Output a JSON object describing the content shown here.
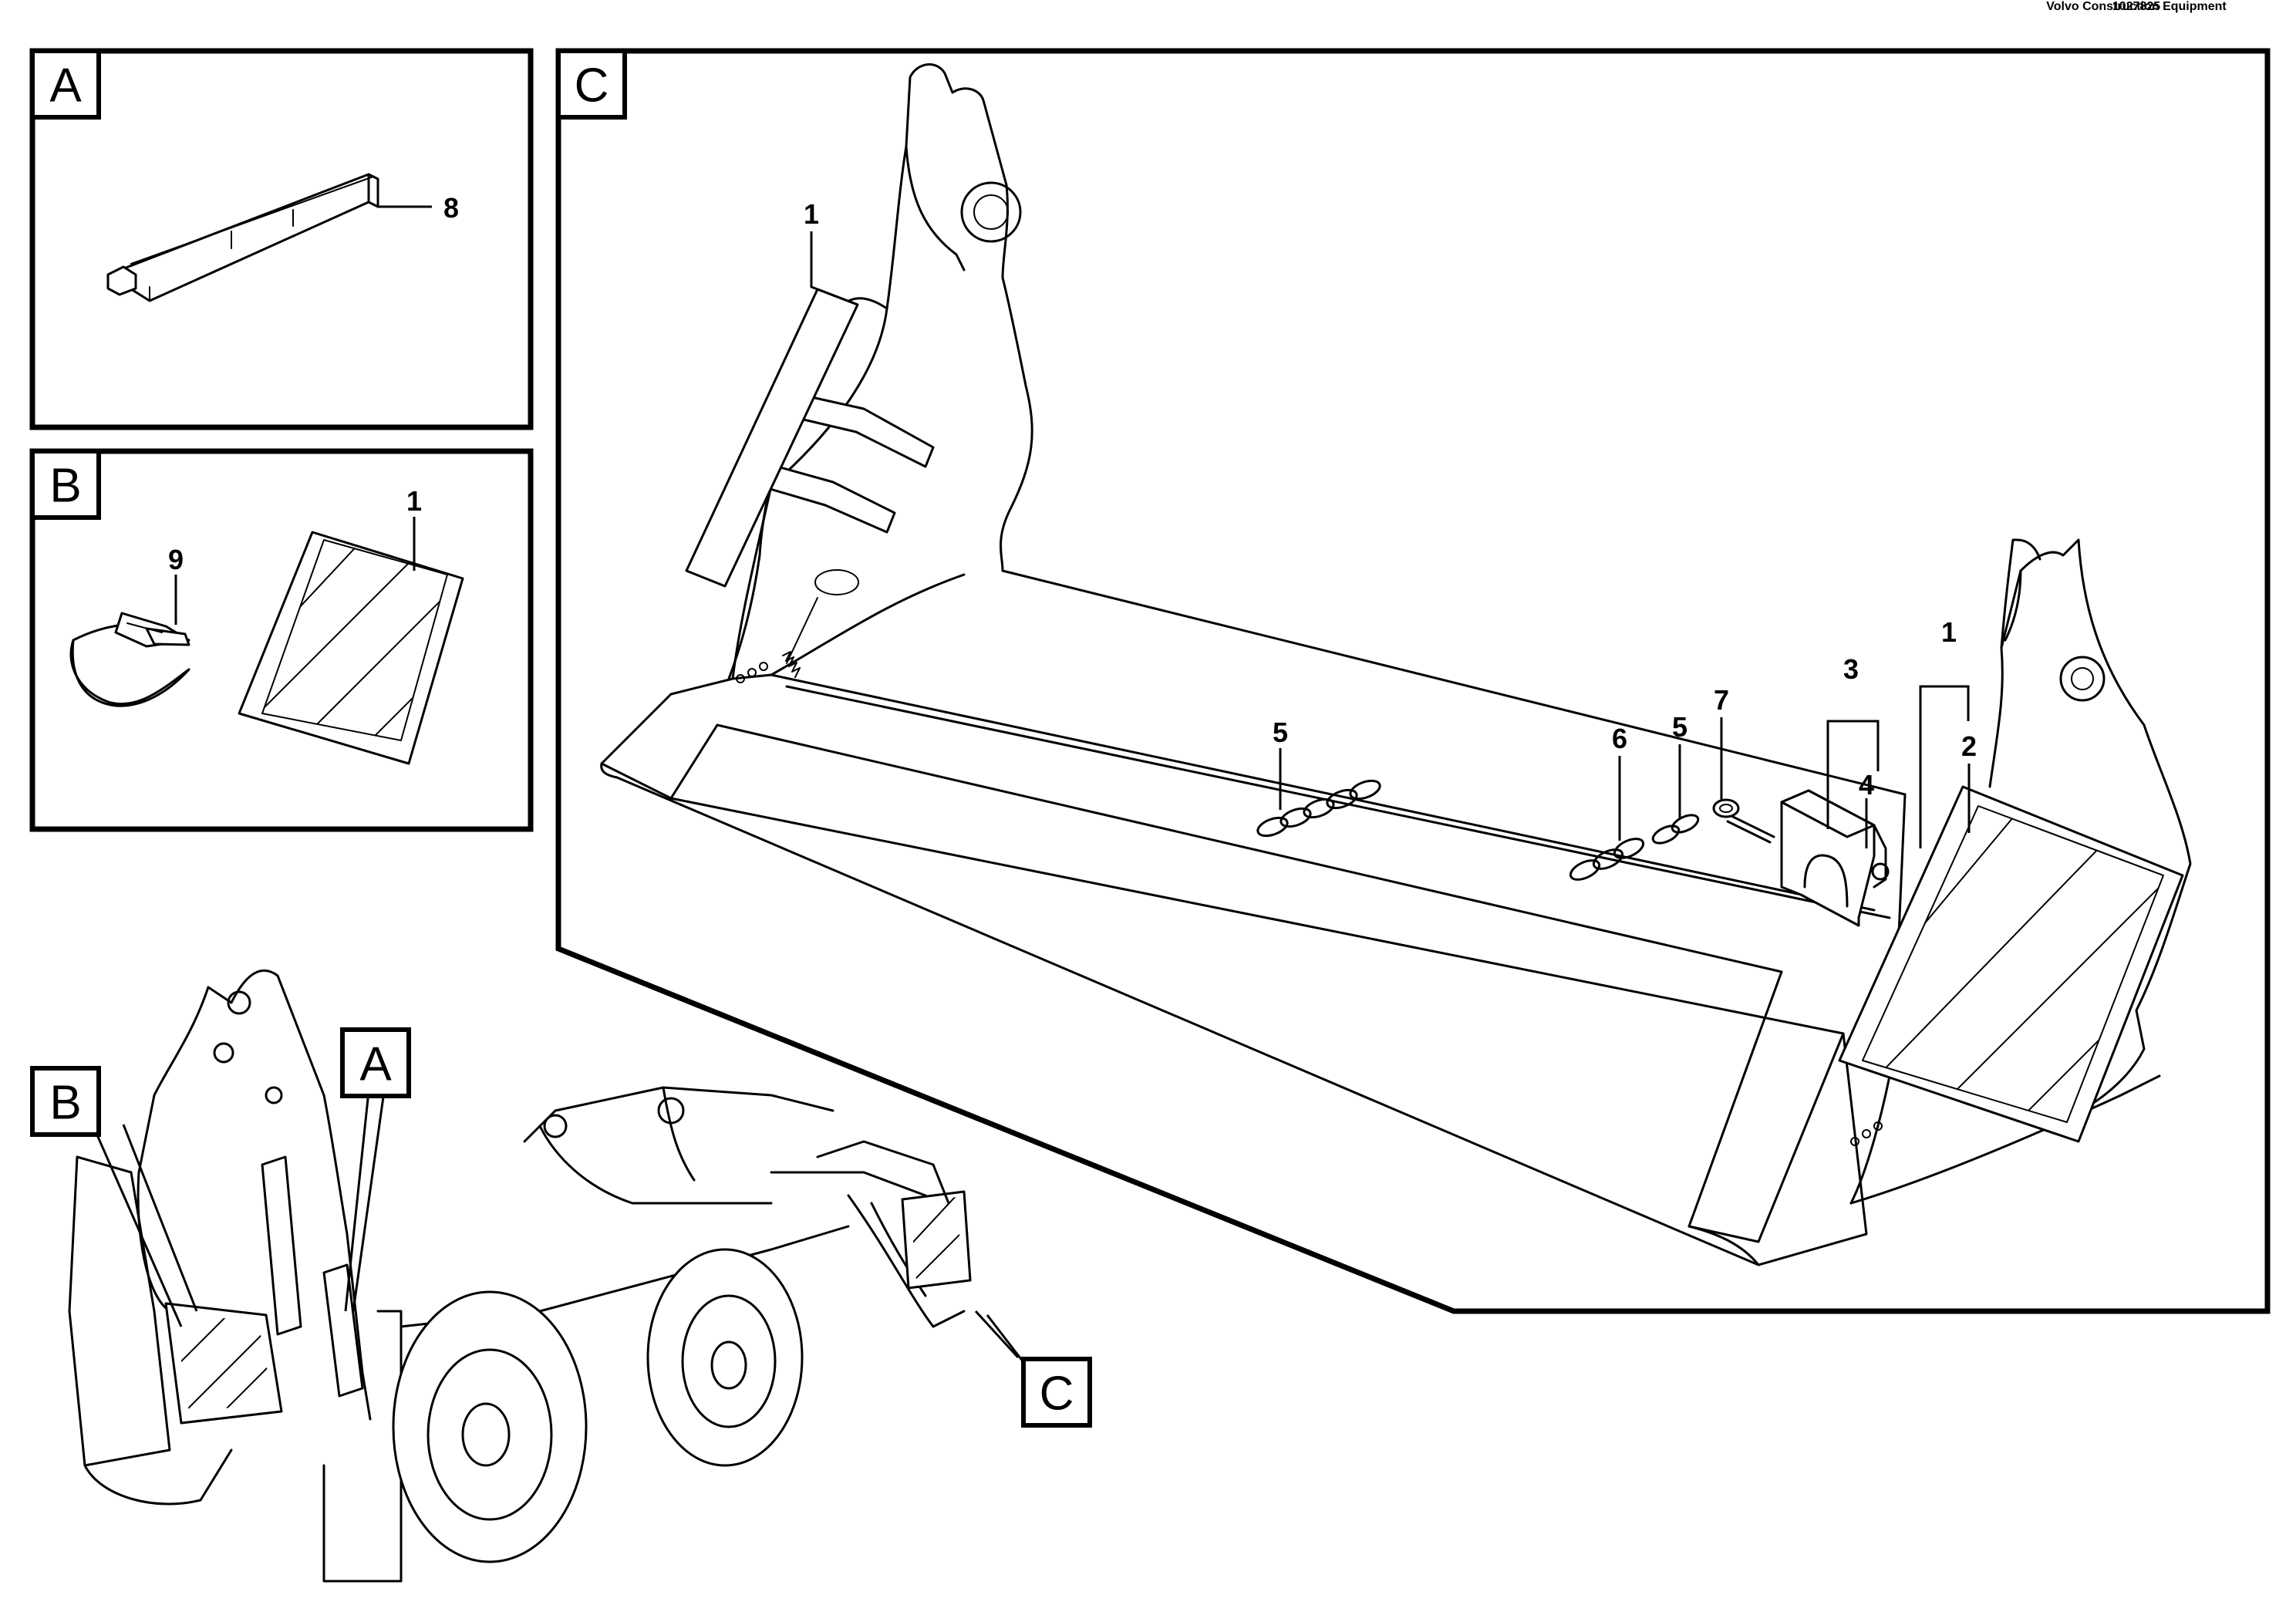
{
  "panels": {
    "a": {
      "label": "A",
      "callouts": {
        "c8": "8"
      }
    },
    "b": {
      "label": "B",
      "callouts": {
        "c9": "9",
        "c1": "1"
      }
    },
    "c": {
      "label": "C",
      "callouts": {
        "c1_left": "1",
        "c5_mid": "5",
        "c6": "6",
        "c5_right": "5",
        "c7": "7",
        "c3": "3",
        "c4": "4",
        "c1_right": "1",
        "c2": "2"
      }
    }
  },
  "overview": {
    "label_a": "A",
    "label_b": "B",
    "label_c": "C"
  },
  "footer": {
    "brand": "Volvo Construction Equipment",
    "code": "1027825"
  }
}
